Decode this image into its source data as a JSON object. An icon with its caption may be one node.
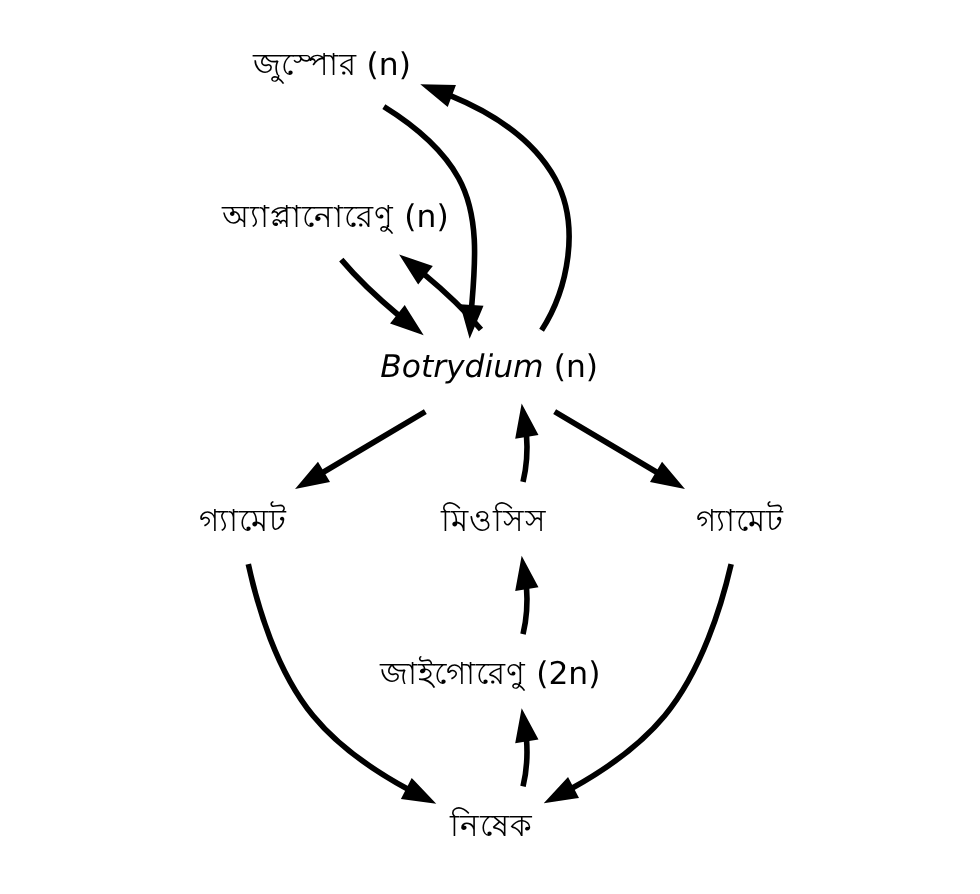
{
  "diagram": {
    "nodes": [
      {
        "text": [
          "জুস্পোর (n)"
        ]
      },
      {
        "text": [
          "অ্যাপ্লানোরেণু (n)"
        ]
      },
      {
        "text": [
          "*Botrydium* (n)"
        ]
      },
      {
        "text": [
          "গ্যামেট"
        ]
      },
      {
        "text": [
          "মিওসিস"
        ]
      },
      {
        "text": [
          "গ্যামেট"
        ]
      },
      {
        "text": [
          "জাইগোরেণু (2n)"
        ]
      },
      {
        "text": [
          "নিষেক"
        ]
      }
    ],
    "edges": [
      {
        "from": 2,
        "to": 0,
        "arrow": "to"
      },
      {
        "from": 0,
        "to": 2,
        "arrow": "to"
      },
      {
        "from": 2,
        "to": 1,
        "arrow": "to"
      },
      {
        "from": 1,
        "to": 2,
        "arrow": "to"
      },
      {
        "from": 2,
        "to": 3,
        "arrow": "to"
      },
      {
        "from": 2,
        "to": 5,
        "arrow": "to"
      },
      {
        "from": 3,
        "to": 7,
        "arrow": "to"
      },
      {
        "from": 5,
        "to": 7,
        "arrow": "to"
      },
      {
        "from": 7,
        "to": 6,
        "arrow": "to"
      },
      {
        "from": 6,
        "to": 4,
        "arrow": "to"
      },
      {
        "from": 4,
        "to": 2,
        "arrow": "to"
      }
    ]
  }
}
